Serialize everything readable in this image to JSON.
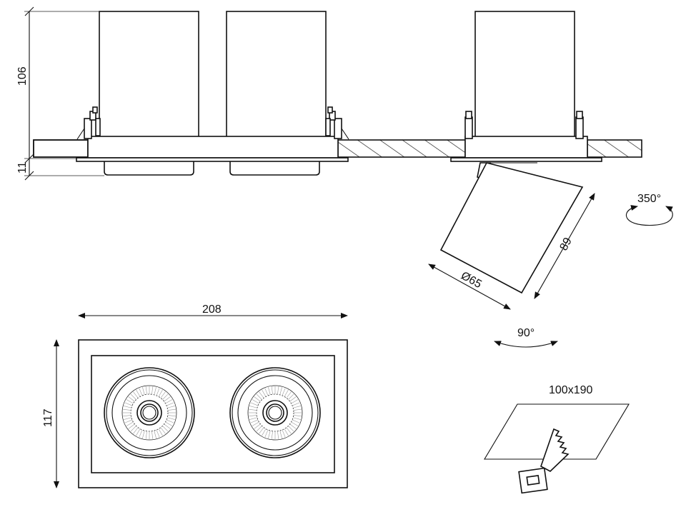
{
  "dimensions": {
    "height_body": "106",
    "height_flange": "11",
    "width": "208",
    "depth": "117",
    "tilt_length": "89",
    "diameter": "Ø65",
    "rotate_horizontal": "350°",
    "tilt_vertical": "90°",
    "cutout": "100x190"
  }
}
